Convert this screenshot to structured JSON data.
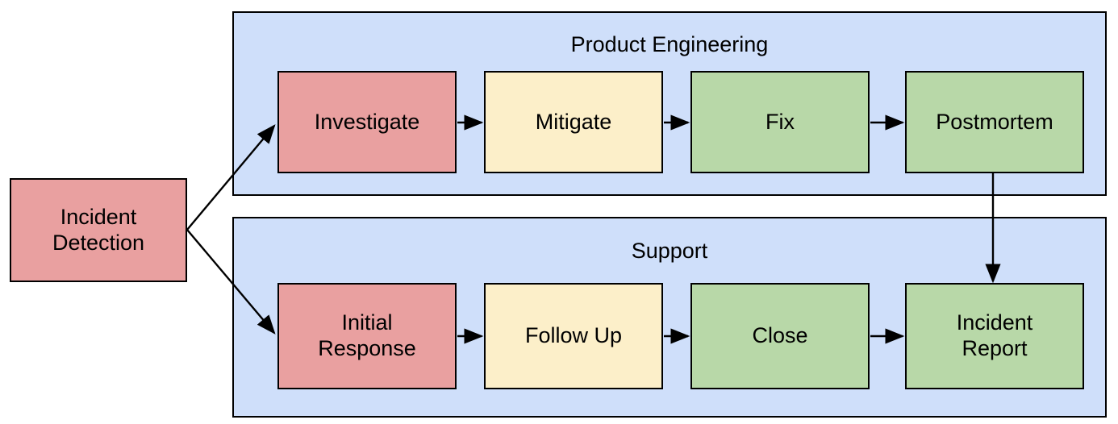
{
  "diagram": {
    "title_visible": false,
    "colors": {
      "group_fill": "#cfdffa",
      "red_fill": "#e9a0a0",
      "yellow_fill": "#fcefc9",
      "green_fill": "#b8d8a8",
      "stroke": "#000000",
      "canvas": "#ffffff"
    },
    "groups": [
      {
        "id": "product-engineering",
        "label": "Product Engineering"
      },
      {
        "id": "support",
        "label": "Support"
      }
    ],
    "start_node": {
      "id": "incident-detection",
      "label": "Incident\nDetection",
      "line1": "Incident",
      "line2": "Detection",
      "color": "red"
    },
    "lanes": [
      {
        "lane": "Product Engineering",
        "nodes": [
          {
            "id": "investigate",
            "label": "Investigate",
            "color": "red"
          },
          {
            "id": "mitigate",
            "label": "Mitigate",
            "color": "yellow"
          },
          {
            "id": "fix",
            "label": "Fix",
            "color": "green"
          },
          {
            "id": "postmortem",
            "label": "Postmortem",
            "color": "green"
          }
        ]
      },
      {
        "lane": "Support",
        "nodes": [
          {
            "id": "initial-response",
            "label": "Initial\nResponse",
            "line1": "Initial",
            "line2": "Response",
            "color": "red"
          },
          {
            "id": "follow-up",
            "label": "Follow Up",
            "color": "yellow"
          },
          {
            "id": "close",
            "label": "Close",
            "color": "green"
          },
          {
            "id": "incident-report",
            "label": "Incident\nReport",
            "line1": "Incident",
            "line2": "Report",
            "color": "green"
          }
        ]
      }
    ],
    "edges": [
      {
        "from": "incident-detection",
        "to": "investigate",
        "style": "diagonal-arrow"
      },
      {
        "from": "incident-detection",
        "to": "initial-response",
        "style": "diagonal-arrow"
      },
      {
        "from": "investigate",
        "to": "mitigate",
        "style": "arrow"
      },
      {
        "from": "mitigate",
        "to": "fix",
        "style": "arrow"
      },
      {
        "from": "fix",
        "to": "postmortem",
        "style": "arrow"
      },
      {
        "from": "initial-response",
        "to": "follow-up",
        "style": "arrow"
      },
      {
        "from": "follow-up",
        "to": "close",
        "style": "arrow"
      },
      {
        "from": "close",
        "to": "incident-report",
        "style": "arrow"
      },
      {
        "from": "postmortem",
        "to": "incident-report",
        "style": "vertical-arrow"
      }
    ]
  }
}
